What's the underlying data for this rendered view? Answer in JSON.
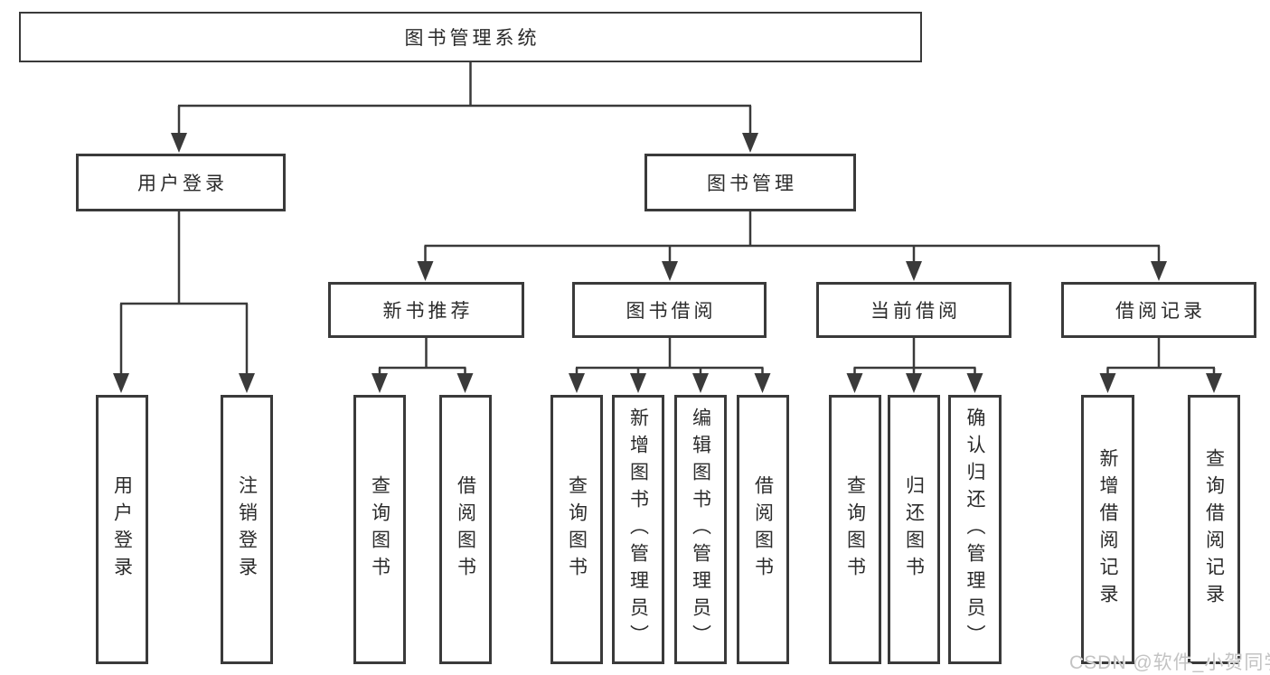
{
  "diagram": {
    "type": "hierarchy-tree",
    "colors": {
      "line": "#3a3a3a",
      "box_border": "#3a3a3a",
      "text": "#2b2b2b",
      "background": "#ffffff",
      "watermark": "#c3c3c3"
    },
    "root": {
      "label": "图书管理系统"
    },
    "branches": [
      {
        "label": "用户登录",
        "children": [
          {
            "label": "用户登录"
          },
          {
            "label": "注销登录"
          }
        ]
      },
      {
        "label": "图书管理",
        "sections": [
          {
            "label": "新书推荐",
            "children": [
              {
                "label": "查询图书"
              },
              {
                "label": "借阅图书"
              }
            ]
          },
          {
            "label": "图书借阅",
            "children": [
              {
                "label": "查询图书"
              },
              {
                "label": "新增图书（管理员）"
              },
              {
                "label": "编辑图书（管理员）"
              },
              {
                "label": "借阅图书"
              }
            ]
          },
          {
            "label": "当前借阅",
            "children": [
              {
                "label": "查询图书"
              },
              {
                "label": "归还图书"
              },
              {
                "label": "确认归还（管理员）"
              }
            ]
          },
          {
            "label": "借阅记录",
            "children": [
              {
                "label": "新增借阅记录"
              },
              {
                "label": "查询借阅记录"
              }
            ]
          }
        ]
      }
    ],
    "watermark": "CSDN @软件_小贺同学"
  }
}
